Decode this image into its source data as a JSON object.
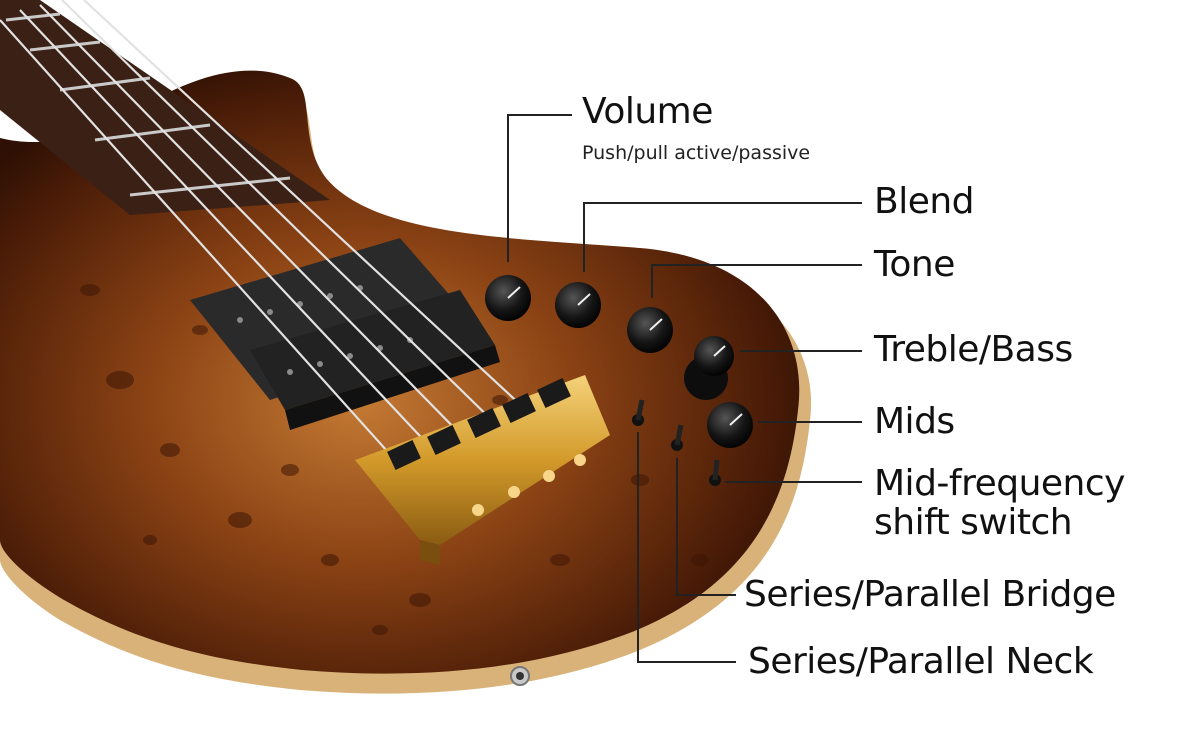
{
  "labels": {
    "volume": "Volume",
    "volume_note": "Push/pull active/passive",
    "blend": "Blend",
    "tone": "Tone",
    "treble_bass": "Treble/Bass",
    "mids": "Mids",
    "mid_shift_line1": "Mid-frequency",
    "mid_shift_line2": "shift switch",
    "series_parallel_bridge": "Series/Parallel Bridge",
    "series_parallel_neck": "Series/Parallel Neck"
  },
  "colors": {
    "background": "#ffffff",
    "body_dark": "#3a1606",
    "body_mid": "#7a3a12",
    "body_light": "#b5682a",
    "maple_edge": "#d9b27a",
    "fretboard": "#3b2016",
    "pickup": "#2b2b2b",
    "bridge_gold": "#d8a534",
    "knob": "#161616",
    "leader_line": "#222222"
  }
}
